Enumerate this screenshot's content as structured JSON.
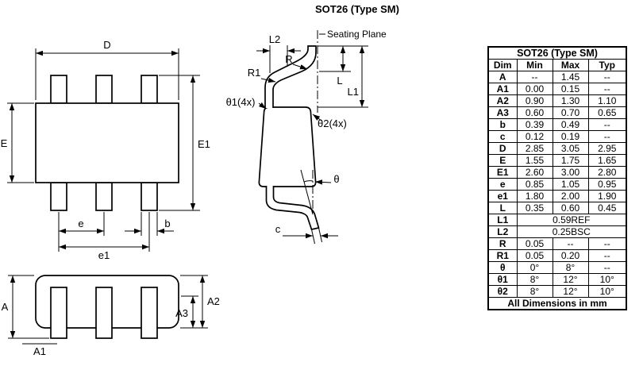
{
  "title": "SOT26 (Type SM)",
  "colors": {
    "ink": "#000000",
    "background": "#ffffff"
  },
  "drawings": {
    "top_view": {
      "d": "D",
      "e_body": "E",
      "e1_overall": "E1",
      "pitch": "e",
      "span": "e1",
      "lead_width": "b"
    },
    "side_view": {
      "seating_plane": "Seating Plane",
      "l2": "L2",
      "r": "R",
      "r1": "R1",
      "theta1": "θ1(4x)",
      "theta2": "θ2(4x)",
      "l": "L",
      "l1": "L1",
      "theta": "θ",
      "c": "c"
    },
    "front_view": {
      "a": "A",
      "a1": "A1",
      "a2": "A2",
      "a3": "A3"
    }
  },
  "table": {
    "title": "SOT26 (Type SM)",
    "headers": [
      "Dim",
      "Min",
      "Max",
      "Typ"
    ],
    "rows": [
      {
        "dim": "A",
        "min": "--",
        "max": "1.45",
        "typ": "--"
      },
      {
        "dim": "A1",
        "min": "0.00",
        "max": "0.15",
        "typ": "--"
      },
      {
        "dim": "A2",
        "min": "0.90",
        "max": "1.30",
        "typ": "1.10"
      },
      {
        "dim": "A3",
        "min": "0.60",
        "max": "0.70",
        "typ": "0.65"
      },
      {
        "dim": "b",
        "min": "0.39",
        "max": "0.49",
        "typ": "--"
      },
      {
        "dim": "c",
        "min": "0.12",
        "max": "0.19",
        "typ": "--"
      },
      {
        "dim": "D",
        "min": "2.85",
        "max": "3.05",
        "typ": "2.95"
      },
      {
        "dim": "E",
        "min": "1.55",
        "max": "1.75",
        "typ": "1.65"
      },
      {
        "dim": "E1",
        "min": "2.60",
        "max": "3.00",
        "typ": "2.80"
      },
      {
        "dim": "e",
        "min": "0.85",
        "max": "1.05",
        "typ": "0.95"
      },
      {
        "dim": "e1",
        "min": "1.80",
        "max": "2.00",
        "typ": "1.90"
      },
      {
        "dim": "L",
        "min": "0.35",
        "max": "0.60",
        "typ": "0.45"
      },
      {
        "dim": "L1",
        "span": "0.59REF"
      },
      {
        "dim": "L2",
        "span": "0.25BSC"
      },
      {
        "dim": "R",
        "min": "0.05",
        "max": "--",
        "typ": "--"
      },
      {
        "dim": "R1",
        "min": "0.05",
        "max": "0.20",
        "typ": "--"
      },
      {
        "dim": "θ",
        "min": "0°",
        "max": "8°",
        "typ": "--"
      },
      {
        "dim": "θ1",
        "min": "8°",
        "max": "12°",
        "typ": "10°"
      },
      {
        "dim": "θ2",
        "min": "8°",
        "max": "12°",
        "typ": "10°"
      }
    ],
    "footer": "All Dimensions in mm"
  }
}
